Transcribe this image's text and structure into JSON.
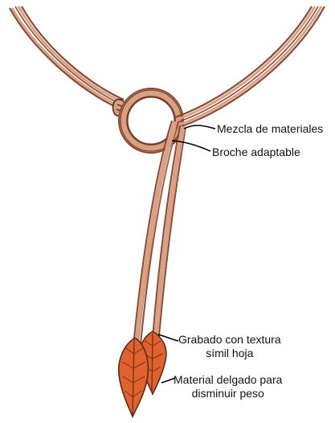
{
  "annotations": {
    "mezcla": "Mezcla de materiales",
    "broche": "Broche adaptable",
    "grabado_line1": "Grabado con textura",
    "grabado_line2": "símil hoja",
    "material_line1": "Material delgado para",
    "material_line2": "disminuir peso"
  },
  "colors": {
    "cord_fill": "#d9a184",
    "cord_outline": "#8a4a32",
    "cord_highlight": "#c98a6c",
    "leaf_fill": "#e0622e",
    "leaf_outline": "#5a2a1a",
    "leaf_vein": "#7a3218",
    "leader_line": "#000000"
  }
}
